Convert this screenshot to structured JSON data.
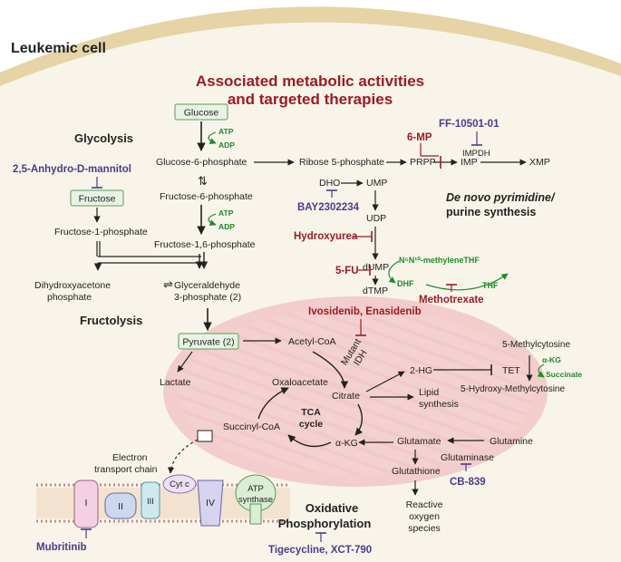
{
  "cell_label": "Leukemic cell",
  "title_line1": "Associated metabolic activities",
  "title_line2": "and targeted therapies",
  "sections": {
    "glycolysis": "Glycolysis",
    "fructolysis": "Fructolysis",
    "denovo_line1": "De novo pyrimidine/",
    "denovo_line2": "purine synthesis",
    "tca_line1": "TCA",
    "tca_line2": "cycle",
    "oxphos_line1": "Oxidative",
    "oxphos_line2": "Phosphorylation",
    "etc_line1": "Electron",
    "etc_line2": "transport chain"
  },
  "metabolites": {
    "glucose": "Glucose",
    "atp1": "ATP",
    "adp1": "ADP",
    "g6p": "Glucose-6-phosphate",
    "f6p": "Fructose-6-phosphate",
    "atp2": "ATP",
    "adp2": "ADP",
    "f16bp": "Fructose-1,6-phosphate",
    "fructose": "Fructose",
    "f1p": "Fructose-1-phosphate",
    "dhap_line1": "Dihydroxyacetone",
    "dhap_line2": "phosphate",
    "g3p_line1": "Glyceraldehyde",
    "g3p_line2": "3-phosphate (2)",
    "pyruvate": "Pyruvate (2)",
    "lactate": "Lactate",
    "acetylcoa": "Acetyl-CoA",
    "r5p": "Ribose 5-phosphate",
    "prpp": "PRPP",
    "imp": "IMP",
    "xmp": "XMP",
    "impdh": "IMPDH",
    "dho": "DHO",
    "ump": "UMP",
    "udp": "UDP",
    "dump": "dUMP",
    "dtmp": "dTMP",
    "mthf": "N⁵N¹⁰-methyleneTHF",
    "dhf": "DHF",
    "thf": "THF",
    "oxaloacetate": "Oxaloacetate",
    "citrate": "Citrate",
    "succinylcoa": "Succinyl-CoA",
    "akg": "α-KG",
    "mutant_line1": "Mutant",
    "mutant_line2": "IDH",
    "hg2": "2-HG",
    "lipid_line1": "Lipid",
    "lipid_line2": "synthesis",
    "tet": "TET",
    "methylcytosine": "5-Methylcytosine",
    "akg2": "α-KG",
    "succinate": "Succinate",
    "hydroxymethyl": "5-Hydroxy-Methylcytosine",
    "glutamate": "Glutamate",
    "glutamine": "Glutamine",
    "glutaminase": "Glutaminase",
    "glutathione": "Glutathione",
    "ros_line1": "Reactive",
    "ros_line2": "oxygen",
    "ros_line3": "species"
  },
  "complexes": {
    "c1": "I",
    "c2": "II",
    "c3": "III",
    "cytc": "Cyt c",
    "c4": "IV",
    "atp_line1": "ATP",
    "atp_line2": "synthase"
  },
  "drugs": {
    "anhydro": "2,5-Anhydro-D-mannitol",
    "mp6": "6-MP",
    "ff": "FF-10501-01",
    "bay": "BAY2302234",
    "hydroxyurea": "Hydroxyurea",
    "fu5": "5-FU",
    "methotrexate": "Methotrexate",
    "ivosidenib": "Ivosidenib, Enasidenib",
    "cb839": "CB-839",
    "mubritinib": "Mubritinib",
    "tigecycline": "Tigecycline, XCT-790"
  },
  "colors": {
    "cell_membrane": "#e6d3a6",
    "cell_fill": "#f8f4ea",
    "mito": "#f1c9c9",
    "box_fill": "#e8f4e3",
    "box_stroke": "#5c9a55",
    "drug": "#4a3d8c",
    "red": "#9b1c22",
    "green": "#1f8a2a"
  }
}
